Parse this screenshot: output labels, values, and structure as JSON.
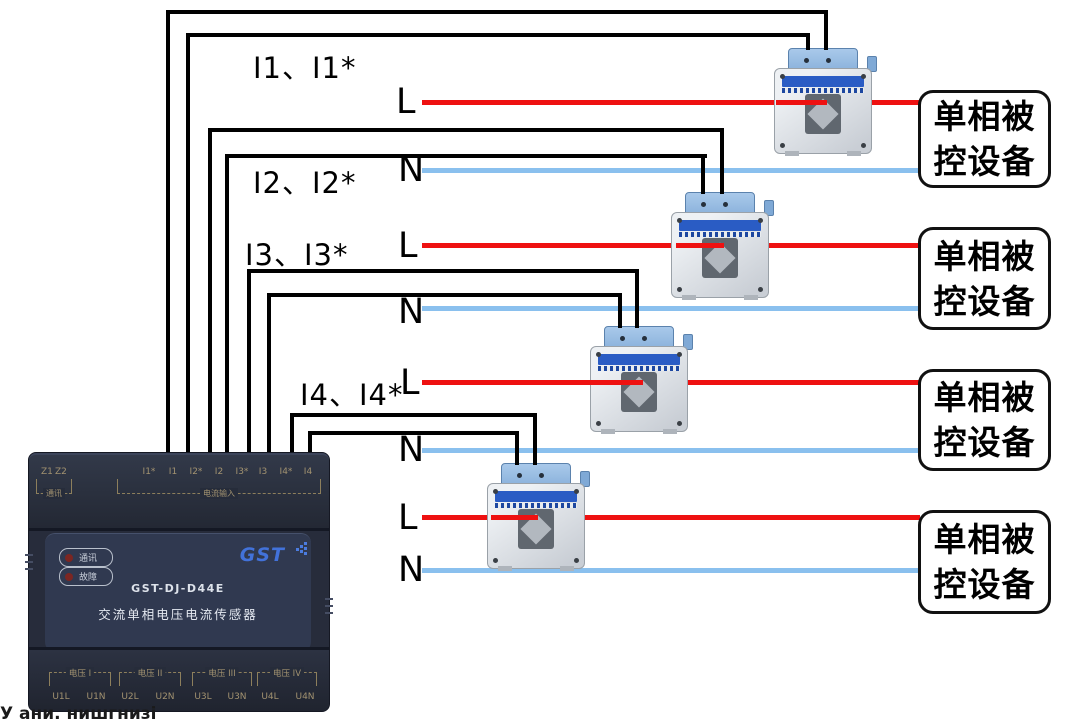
{
  "diagram": {
    "pair_labels": [
      "I1、I1*",
      "I2、I2*",
      "I3、I3*",
      "I4、I4*"
    ],
    "live_label": "L",
    "neutral_label": "N",
    "load_box": {
      "line1": "单相被",
      "line2": "控设备"
    },
    "colors": {
      "live_line": "#ee1111",
      "neutral_line": "#8ac0ee",
      "wire": "#000000"
    }
  },
  "device": {
    "comm_terminals": [
      "Z1",
      "Z2"
    ],
    "comm_group_label": "通讯",
    "current_terminals": [
      "I1*",
      "I1",
      "I2*",
      "I2",
      "I3*",
      "I3",
      "I4*",
      "I4"
    ],
    "current_group_label": "电流输入",
    "led_labels": [
      "通讯",
      "故障"
    ],
    "brand": "GST",
    "model": "GST-DJ-D44E",
    "product_name": "交流单相电压电流传感器",
    "voltage_groups": [
      {
        "label": "电压 I",
        "terminals": [
          "U1L",
          "U1N"
        ]
      },
      {
        "label": "电压 II",
        "terminals": [
          "U2L",
          "U2N"
        ]
      },
      {
        "label": "电压 III",
        "terminals": [
          "U3L",
          "U3N"
        ]
      },
      {
        "label": "电压 IV",
        "terminals": [
          "U4L",
          "U4N"
        ]
      }
    ]
  },
  "cropped_caption": "У ани. нишгнизі"
}
